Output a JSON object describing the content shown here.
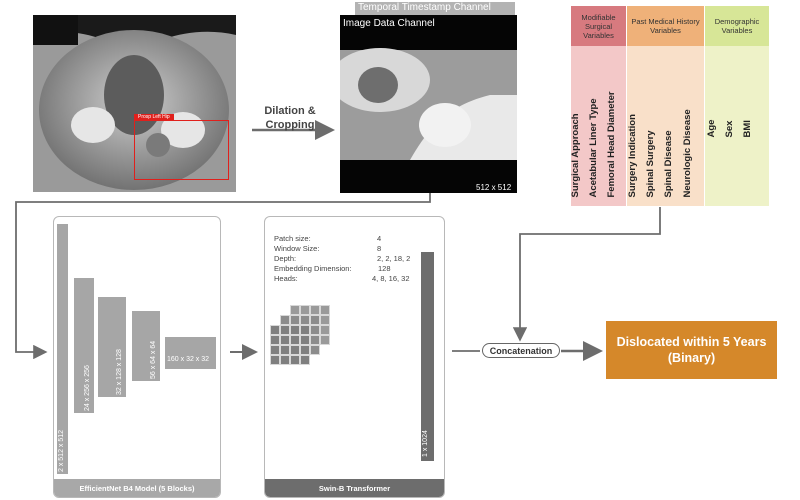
{
  "xray": {
    "roi_label": "Prosp Left Hip"
  },
  "preprocessing": {
    "step_label_line1": "Dilation &",
    "step_label_line2": "Cropping"
  },
  "channels": {
    "temporal_title": "Temporal Timestamp Channel",
    "temporal_size": "512 x 512",
    "image_title": "Image Data Channel",
    "image_size": "512 x 512"
  },
  "variables": {
    "groups": [
      {
        "title": "Modifiable Surgical Variables",
        "color": "#d77a7f",
        "items": [
          "Surgical Approach",
          "Acetabular Liner Type",
          "Femoral Head Diameter"
        ]
      },
      {
        "title": "Past Medical History Variables",
        "color": "#efb179",
        "items": [
          "Surgery Indication",
          "Spinal Surgery",
          "Spinal Disease",
          "Neurologic Disease"
        ]
      },
      {
        "title": "Demographic Variables",
        "color": "#d7e697",
        "items": [
          "Age",
          "Sex",
          "BMI"
        ]
      }
    ]
  },
  "efficientnet": {
    "title": "EfficientNet B4 Model (5 Blocks)",
    "blocks": [
      "2 x 512 x 512",
      "24 x 256 x 256",
      "32 x 128 x 128",
      "56 x 64 x 64",
      "160 x 32 x 32"
    ]
  },
  "swin": {
    "title": "Swin-B Transformer",
    "params": [
      {
        "key": "Patch size:",
        "value": "4"
      },
      {
        "key": "Window Size:",
        "value": "8"
      },
      {
        "key": "Depth:",
        "value": "2, 2, 18, 2"
      },
      {
        "key": "Embedding Dimension:",
        "value": "128"
      },
      {
        "key": "Heads:",
        "value": "4, 8, 16, 32"
      }
    ],
    "output_vector": "1 x 1024"
  },
  "fusion": {
    "label": "Concatenation"
  },
  "output": {
    "line1": "Dislocated within 5 Years",
    "line2": "(Binary)"
  }
}
